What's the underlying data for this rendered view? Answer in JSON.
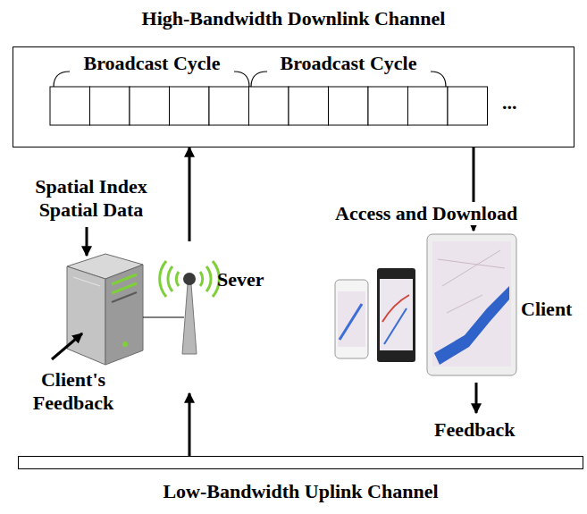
{
  "diagram": {
    "nodes": [
      {
        "text": [
          "High-Bandwidth Downlink Channel"
        ]
      },
      {
        "text": [
          "Sever"
        ]
      },
      {
        "text": [
          "Client"
        ]
      },
      {
        "text": [
          "Low-Bandwidth Uplink Channel"
        ]
      }
    ],
    "edges": [
      {
        "from": 1,
        "to": 0,
        "arrow": "to"
      },
      {
        "from": 3,
        "to": 1,
        "arrow": "to"
      },
      {
        "from": 0,
        "to": 2,
        "arrow": "to",
        "label": "Access and Download"
      }
    ],
    "labels": [
      "Broadcast Cycle",
      "Broadcast Cycle",
      "...",
      "Spatial Index Spatial Data",
      "Client's Feedback",
      "Feedback"
    ]
  }
}
